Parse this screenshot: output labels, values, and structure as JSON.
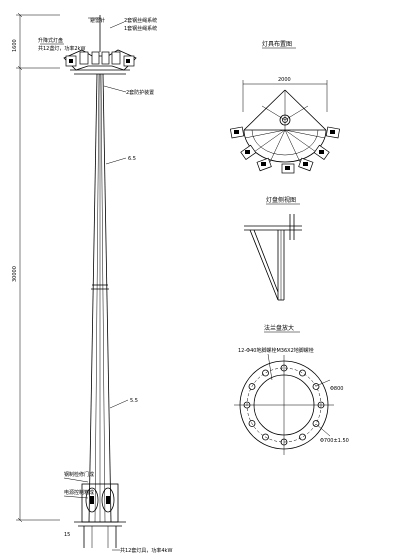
{
  "pole": {
    "top_label": "避雷针",
    "head_label": "升降式灯盘",
    "spec_label_1": "2套钢丝绳系统",
    "spec_label_2": "1套钢丝绳系统",
    "lamp_label": "共12盏灯，功率2kW",
    "ladder_label": "2套防护装置",
    "section_label_1": "6.5",
    "section_label_2": "5.5",
    "electric_label": "电源控制箱成",
    "door_label": "钢制检修门成",
    "base_label": "共12套灯具，功率4kW",
    "dim_top": "1600",
    "dim_main": "30000",
    "dim_base": "15"
  },
  "views": {
    "plan_title": "灯具布置图",
    "plan_dim": "2000",
    "side_title": "灯盘侧视图",
    "flange_title": "法兰盘放大",
    "flange_bolts": "12-Φ40地脚螺栓M36X2地脚螺栓",
    "flange_outer": "Φ800",
    "flange_bolt_circle": "Φ700±1.50"
  }
}
